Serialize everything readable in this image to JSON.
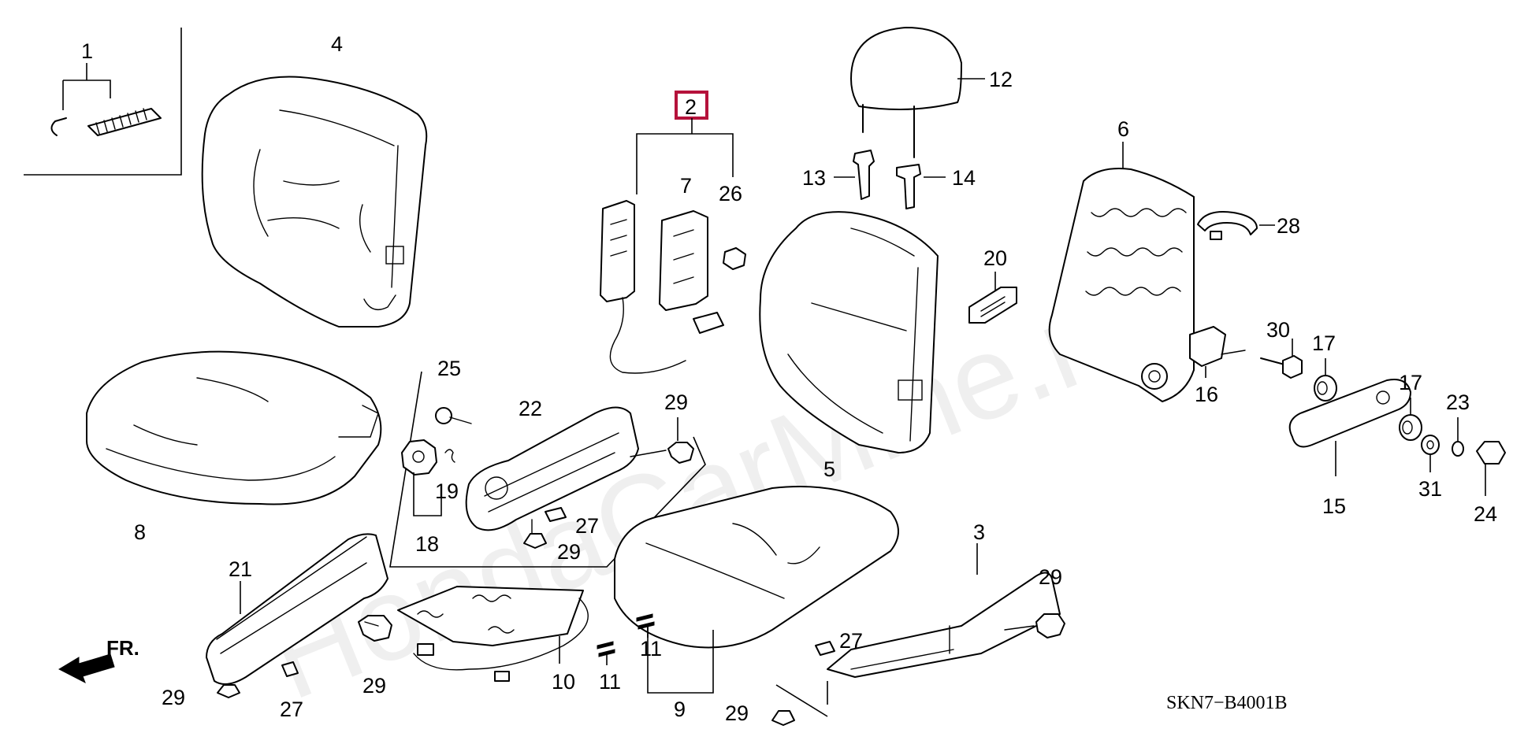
{
  "watermark": "HondaCarMine.ru",
  "diagram_code": "SKN7−B4001B",
  "direction_label": "FR.",
  "highlight_color": "#b5123b",
  "callouts": {
    "p1": "1",
    "p2": "2",
    "p3": "3",
    "p4": "4",
    "p5": "5",
    "p6": "6",
    "p7": "7",
    "p8": "8",
    "p9": "9",
    "p10": "10",
    "p11": "11",
    "p12": "12",
    "p13": "13",
    "p14": "14",
    "p15": "15",
    "p16": "16",
    "p17": "17",
    "p18": "18",
    "p19": "19",
    "p20": "20",
    "p21": "21",
    "p22": "22",
    "p23": "23",
    "p24": "24",
    "p25": "25",
    "p26": "26",
    "p27": "27",
    "p28": "28",
    "p29": "29",
    "p30": "30",
    "p31": "31"
  }
}
